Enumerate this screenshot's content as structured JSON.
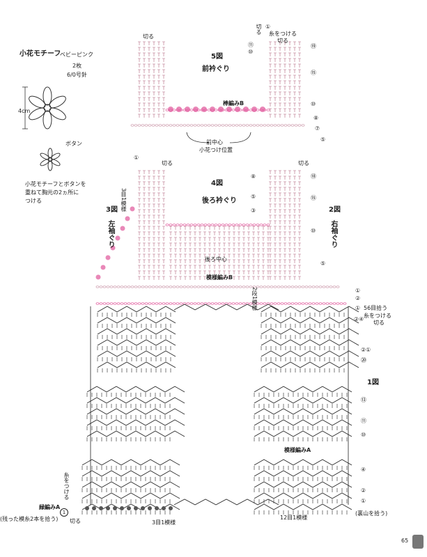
{
  "motif": {
    "title": "小花モチーフ",
    "color": "ベビーピンク",
    "count": "2枚",
    "hook": "6/0号針",
    "size": "4cm",
    "button_label": "ボタン",
    "note_lines": [
      "小花モチーフとボタンを",
      "重ねて胸元の2ヵ所に",
      "つける"
    ]
  },
  "fig5": {
    "number": "5図",
    "title": "前衿ぐり",
    "cut_left": "切る",
    "cut_right": "切る",
    "cut_top": "切る",
    "yarn_attach": "糸をつける",
    "pattern_label": "棒編みB",
    "center": "前中心",
    "flower_pos": "小花つけ位置",
    "row_marks": [
      "⑲",
      "⑮",
      "⑩",
      "⑧",
      "⑦",
      "⑤"
    ],
    "left_marks": [
      "①",
      "⑪",
      "⑩"
    ]
  },
  "fig4": {
    "number": "4図",
    "title": "後ろ衿ぐり",
    "cut_left": "切る",
    "cut_right": "切る",
    "left_marks": [
      "⑧",
      "⑤",
      "③",
      "①"
    ],
    "right_marks": [
      "⑱",
      "⑮",
      "⑩",
      "⑤"
    ],
    "center": "後ろ中心",
    "pattern_label": "模様編みB",
    "pattern_repeat": "3目1模様",
    "row2_repeat": "2段1模様"
  },
  "fig3": {
    "number": "3図",
    "title": "左袖ぐり"
  },
  "fig2": {
    "number": "2図",
    "title": "右袖ぐり"
  },
  "fig1": {
    "number": "1図",
    "pattern_A": "模様編みA",
    "pattern_A_left": "緑編みA",
    "pick_56": "56目拾う",
    "yarn_attach": "糸をつける",
    "cut": "切る",
    "yarn_attach2": "糸をつける",
    "cut2": "切る",
    "pick_remaining": "(残った模糸2本を拾う)",
    "repeat_3": "3目1模様",
    "repeat_12": "12目1模様",
    "back_pick": "(裏山を拾う)",
    "row_marks": [
      "②④",
      "②①",
      "⑳",
      "⑬",
      "⑪",
      "⑩",
      "④",
      "②",
      "①"
    ],
    "upper_marks": [
      "①",
      "②",
      "①"
    ]
  },
  "page_number": "65",
  "colors": {
    "pink": "#e0559a",
    "ink": "#222222"
  }
}
